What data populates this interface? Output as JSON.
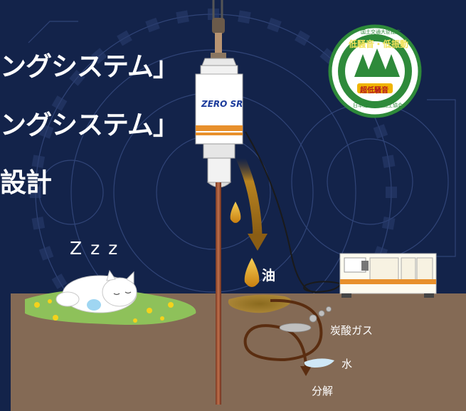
{
  "headings": {
    "line1": "ングシステム」",
    "line2": "ングシステム」",
    "line3": "設計"
  },
  "sleep_text": "Z z z",
  "machine_brand": "ZERO SR",
  "labels": {
    "oil": "油",
    "co2": "炭酸ガス",
    "water": "水",
    "decompose": "分解"
  },
  "badge": {
    "top_text": "国土交通大臣指定",
    "arc_text": "低騒音・低振動",
    "bottom_text": "日本建設機械施工協会",
    "stamp": "超低騒音"
  },
  "colors": {
    "background": "#13234a",
    "ground": "#846a55",
    "grass": "#8ec15a",
    "drop": "#e0a020",
    "badge_green": "#2e8a3a",
    "stripe_orange": "#e8902c"
  }
}
